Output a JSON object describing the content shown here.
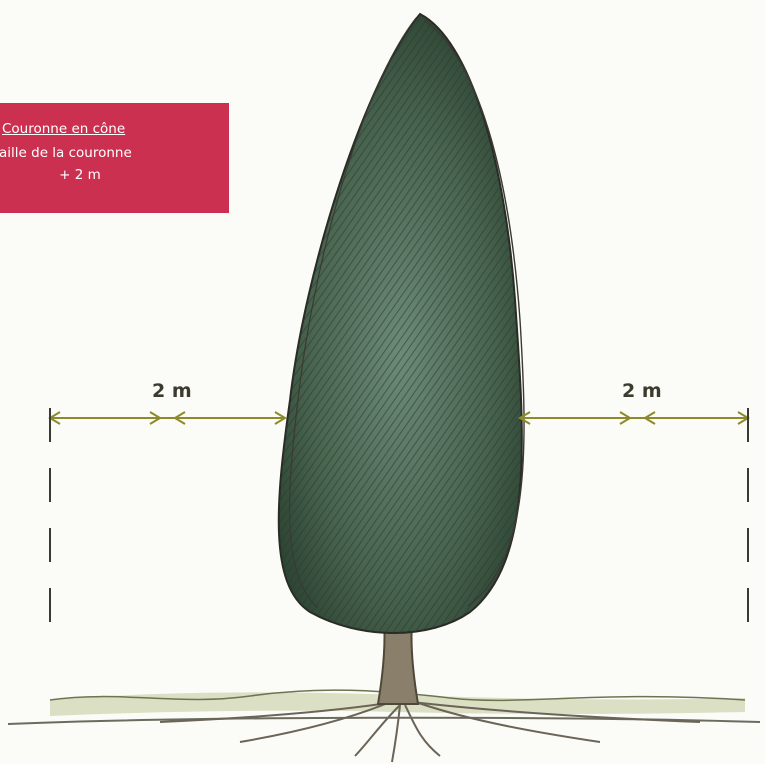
{
  "caption": {
    "title": "Couronne en cône",
    "line2": "aille de la couronne",
    "line3": "+ 2 m"
  },
  "dimensions": {
    "left": "2 m",
    "right": "2 m"
  },
  "colors": {
    "caption_bg": "#cc3050",
    "foliage": "#3f5a45",
    "dimension_line": "#8c8a2a"
  }
}
